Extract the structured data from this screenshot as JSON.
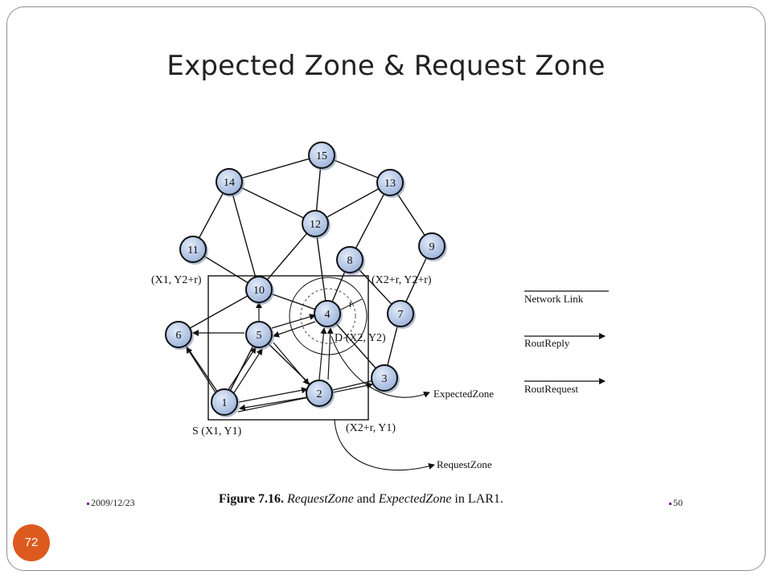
{
  "slide": {
    "title": "Expected Zone & Request Zone",
    "page_number": "72"
  },
  "figure": {
    "nodes": [
      "1",
      "2",
      "3",
      "4",
      "5",
      "6",
      "7",
      "8",
      "9",
      "10",
      "11",
      "12",
      "13",
      "14",
      "15"
    ],
    "corner_labels": {
      "top_left": "(X1, Y2+r)",
      "top_right": "(X2+r, Y2+r)",
      "bottom_left": "S (X1, Y1)",
      "bottom_right": "(X2+r, Y1)",
      "destination": "D (X2, Y2)",
      "radius": "r"
    },
    "zone_labels": {
      "expected": "ExpectedZone",
      "request": "RequestZone"
    },
    "legend": {
      "network_link": "Network Link",
      "rout_reply": "RoutReply",
      "rout_request": "RoutRequest"
    },
    "caption": {
      "prefix": "Figure 7.16.",
      "term1": "RequestZone",
      "mid": " and ",
      "term2": "ExpectedZone",
      "suffix": " in LAR1."
    },
    "footer_date": "2009/12/23",
    "footer_page": "50"
  }
}
